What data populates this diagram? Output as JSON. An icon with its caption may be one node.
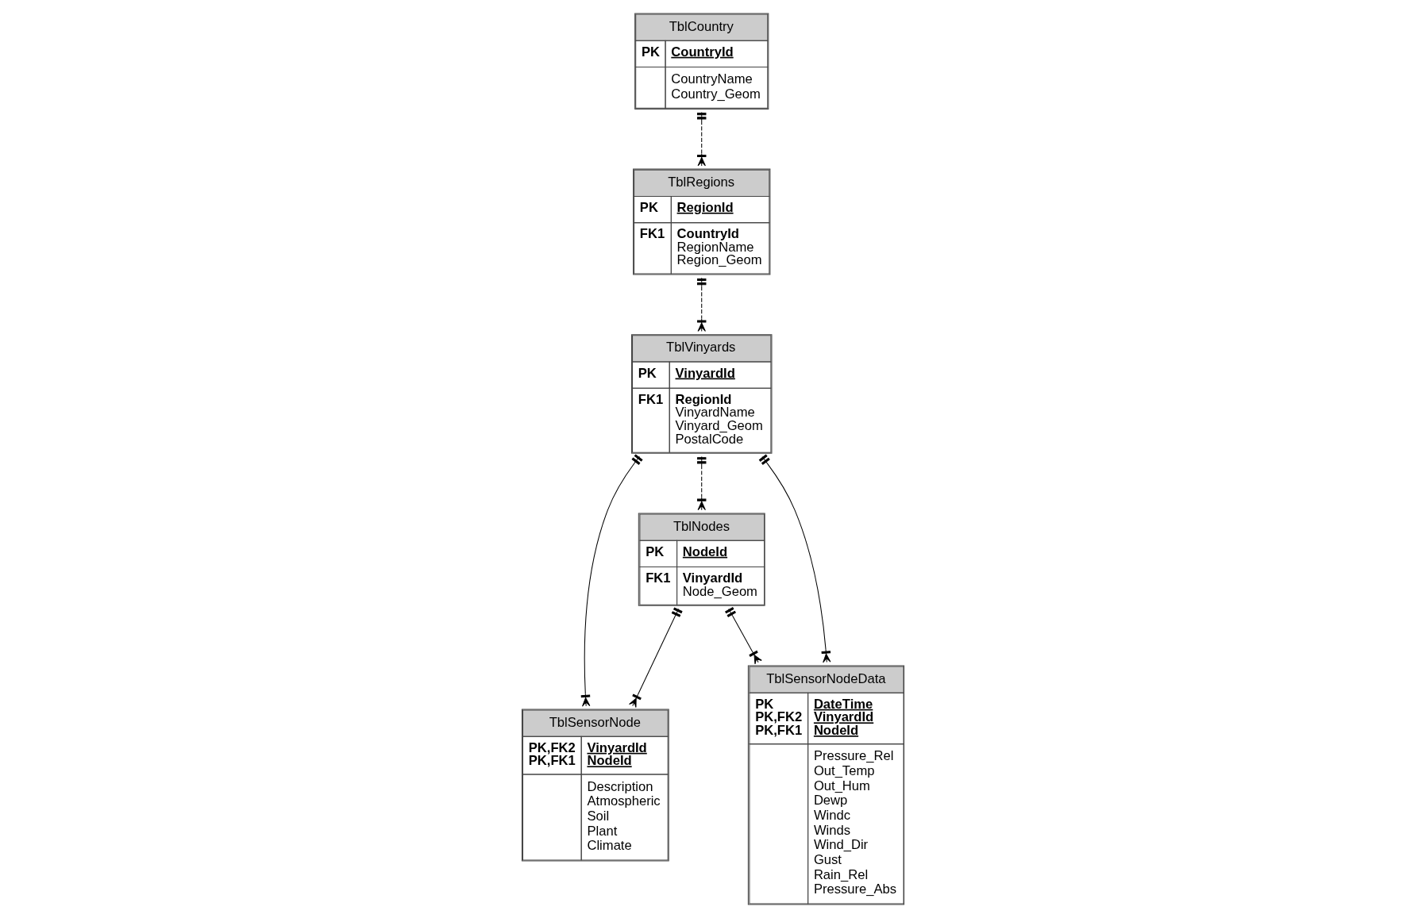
{
  "diagram": {
    "nodes": [
      {
        "text": [
          "TblCountry",
          "PK",
          "CountryId",
          "CountryName Country_Geom"
        ]
      },
      {
        "text": [
          "TblRegions",
          "PK",
          "RegionId",
          "FK1",
          "CountryId RegionName Region_Geom"
        ]
      },
      {
        "text": [
          "TblVinyards",
          "PK",
          "VinyardId",
          "FK1",
          "RegionId VinyardName Vinyard_Geom PostalCode"
        ]
      },
      {
        "text": [
          "TblSensorNode",
          "PK,FK2 PK,FK1",
          "VinyardId NodeId",
          "Description Atmospheric Soil Plant Climate"
        ]
      },
      {
        "text": [
          "TblNodes",
          "PK",
          "NodeId",
          "FK1",
          "VinyardId Node_Geom"
        ]
      },
      {
        "text": [
          "TblSensorNodeData",
          "PK PK,FK2 PK,FK1",
          "DateTime VinyardId NodeId",
          "Pressure_Rel Out_Temp Out_Hum Dewp Windc Winds Wind_Dir Gust Rain_Rel Pressure_Abs"
        ]
      }
    ],
    "edges": [
      {
        "from": 0,
        "to": 1,
        "arrow": "other",
        "style": "dashed"
      },
      {
        "from": 1,
        "to": 2,
        "arrow": "other",
        "style": "dashed"
      },
      {
        "from": 2,
        "to": 3,
        "arrow": "other"
      },
      {
        "from": 2,
        "to": 4,
        "arrow": "other",
        "style": "dashed"
      },
      {
        "from": 2,
        "to": 5,
        "arrow": "other"
      },
      {
        "from": 4,
        "to": 3,
        "arrow": "other"
      },
      {
        "from": 4,
        "to": 5,
        "arrow": "other"
      }
    ]
  }
}
